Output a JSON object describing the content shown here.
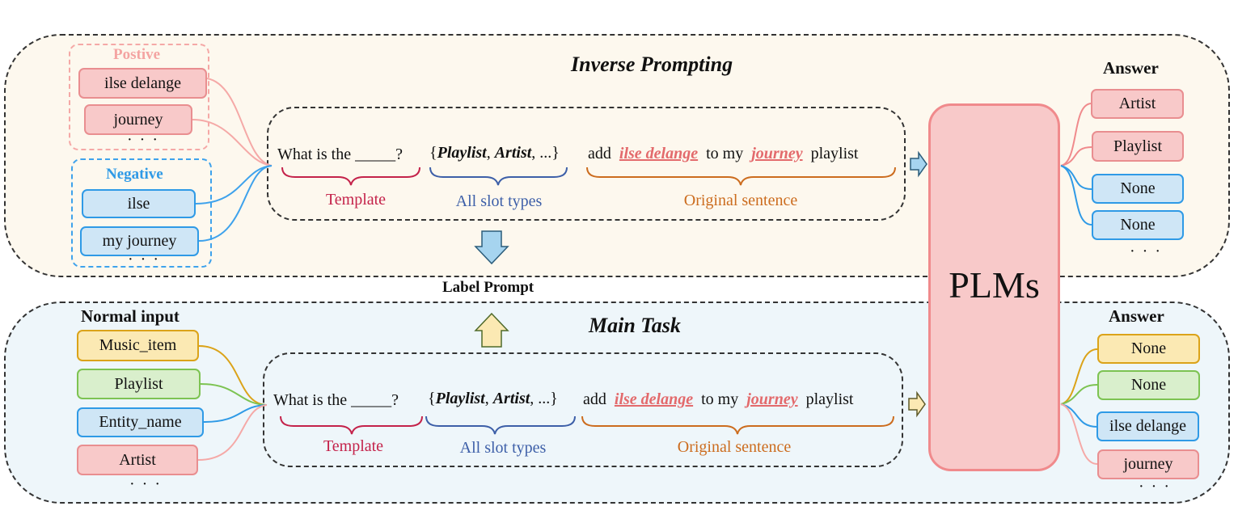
{
  "inverse": {
    "title": "Inverse Prompting",
    "positive_label": "Postive",
    "negative_label": "Negative",
    "positive_items": [
      "ilse delange",
      "journey"
    ],
    "negative_items": [
      "ilse",
      "my journey"
    ],
    "ellipsis": "· · ·",
    "prompt": {
      "q": "What is the _____?",
      "slots_open": "{",
      "slot1": "Playlist",
      "sep1": ", ",
      "slot2": "Artist",
      "slots_rest": ", ...}",
      "add": "add",
      "ent1": "ilse delange",
      "to_my": "to my",
      "ent2": "journey",
      "tail": "playlist",
      "cap_template": "Template",
      "cap_slots": "All slot types",
      "cap_sentence": "Original sentence"
    },
    "answer_label": "Answer",
    "answers": [
      "Artist",
      "Playlist",
      "None",
      "None"
    ]
  },
  "label_prompt": "Label Prompt",
  "plms_label": "PLMs",
  "main": {
    "title": "Main Task",
    "normal_input_label": "Normal input",
    "inputs": [
      "Music_item",
      "Playlist",
      "Entity_name",
      "Artist"
    ],
    "prompt": {
      "q": "What is the _____?",
      "slots_open": "{",
      "slot1": "Playlist",
      "sep1": ", ",
      "slot2": "Artist",
      "slots_rest": ", ...}",
      "add": "add",
      "ent1": "ilse delange",
      "to_my": "to my",
      "ent2": "journey",
      "tail": "playlist",
      "cap_template": "Template",
      "cap_slots": "All slot types",
      "cap_sentence": "Original sentence"
    },
    "answer_label": "Answer",
    "answers": [
      "None",
      "None",
      "ilse delange",
      "journey"
    ]
  },
  "colors": {
    "template": "#c4224a",
    "slot_types": "#3d5fa8",
    "sentence": "#cc6c1e",
    "highlight": "#e36a6c",
    "plms_fill": "#f8c9c9",
    "plms_border": "#f08a8c"
  }
}
